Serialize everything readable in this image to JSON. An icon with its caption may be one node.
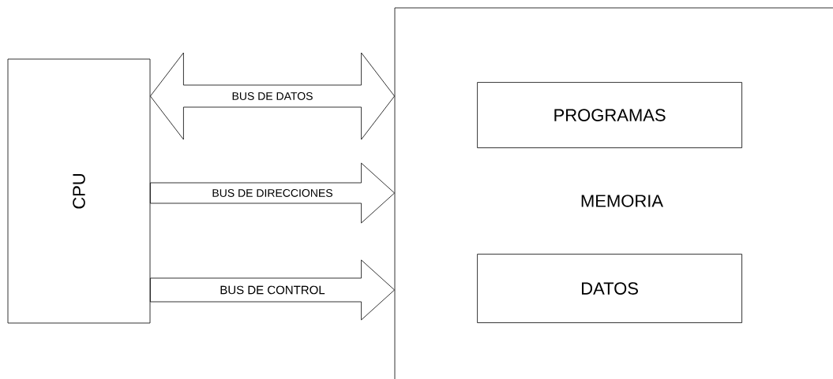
{
  "diagram": {
    "nodes": [
      {
        "text": [
          "CPU"
        ]
      },
      {
        "text": [
          "MEMORIA"
        ]
      },
      {
        "text": [
          "PROGRAMAS"
        ],
        "in": 1
      },
      {
        "text": [
          "DATOS"
        ],
        "in": 1
      }
    ],
    "edges": [
      {
        "from": 0,
        "to": 1,
        "arrow": "both",
        "label": "BUS DE DATOS"
      },
      {
        "from": 0,
        "to": 1,
        "arrow": "to",
        "label": "BUS DE DIRECCIONES"
      },
      {
        "from": 0,
        "to": 1,
        "arrow": "to",
        "label": "BUS DE CONTROL"
      }
    ]
  }
}
